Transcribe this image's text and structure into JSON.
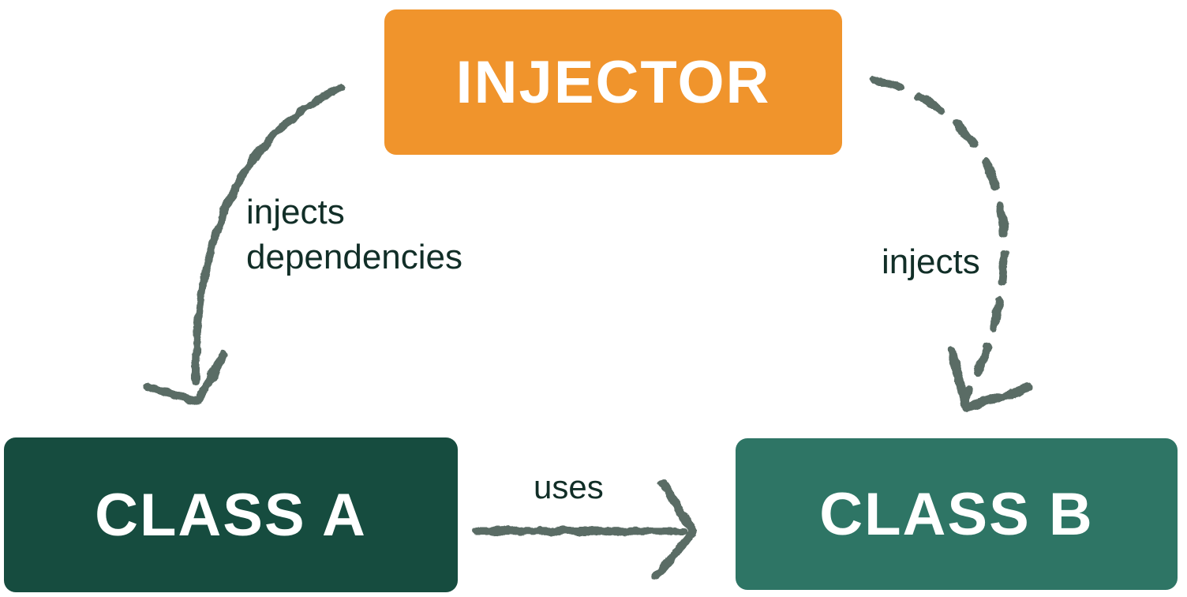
{
  "diagram": {
    "background": "#FFFFFF",
    "arrow_color": "#4A5D55",
    "label_color": "#112E27",
    "nodes": {
      "injector": {
        "label": "INJECTOR",
        "fill": "#F0942C",
        "text_color": "#FFFFFF"
      },
      "class_a": {
        "label": "CLASS A",
        "fill": "#164C3F",
        "text_color": "#FFFFFF"
      },
      "class_b": {
        "label": "CLASS B",
        "fill": "#2E7565",
        "text_color": "#FFFFFF"
      }
    },
    "edges": {
      "injector_to_class_a": {
        "from": "INJECTOR",
        "to": "CLASS A",
        "style": "solid-curved",
        "label_line1": "injects",
        "label_line2": "dependencies"
      },
      "injector_to_class_b": {
        "from": "INJECTOR",
        "to": "CLASS B",
        "style": "dashed-curved",
        "label": "injects"
      },
      "class_a_to_class_b": {
        "from": "CLASS A",
        "to": "CLASS B",
        "style": "solid-straight",
        "label": "uses"
      }
    }
  }
}
